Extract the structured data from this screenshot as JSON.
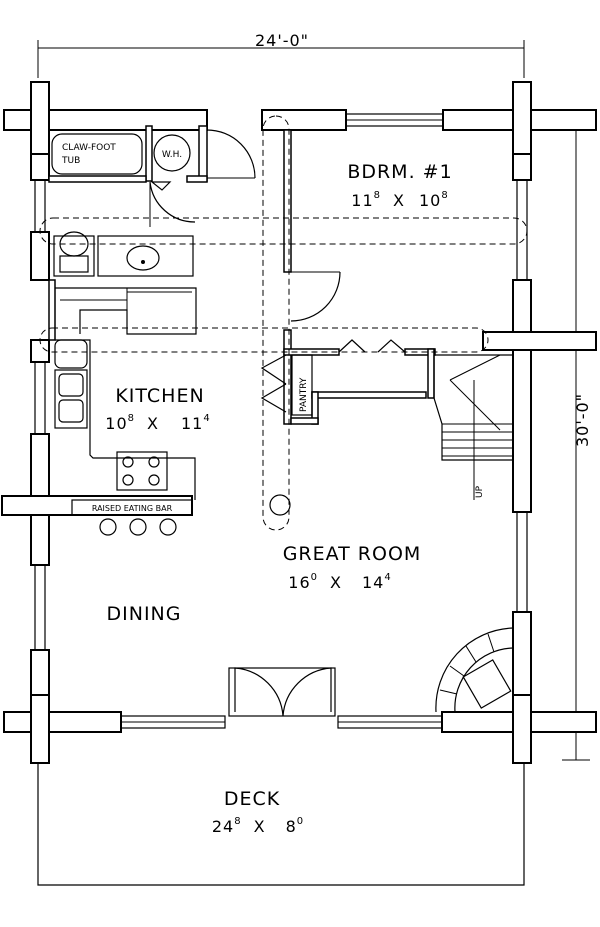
{
  "dimensions": {
    "overall_width": "24'-0\"",
    "overall_depth": "30'-0\""
  },
  "rooms": {
    "bedroom": {
      "name": "BDRM.  #1",
      "w_ft": "11",
      "w_in": "8",
      "d_ft": "10",
      "d_in": "8"
    },
    "kitchen": {
      "name": "KITCHEN",
      "w_ft": "10",
      "w_in": "8",
      "d_ft": "11",
      "d_in": "4"
    },
    "great_room": {
      "name": "GREAT  ROOM",
      "w_ft": "16",
      "w_in": "0",
      "d_ft": "14",
      "d_in": "4"
    },
    "dining": {
      "name": "DINING"
    },
    "deck": {
      "name": "DECK",
      "w_ft": "24",
      "w_in": "8",
      "d_ft": "8",
      "d_in": "0"
    }
  },
  "fixtures": {
    "tub_line1": "CLAW-FOOT",
    "tub_line2": "TUB",
    "water_heater": "W.H.",
    "pantry": "PANTRY",
    "eating_bar": "RAISED EATING BAR",
    "stair_up": "UP"
  },
  "separator": "X"
}
